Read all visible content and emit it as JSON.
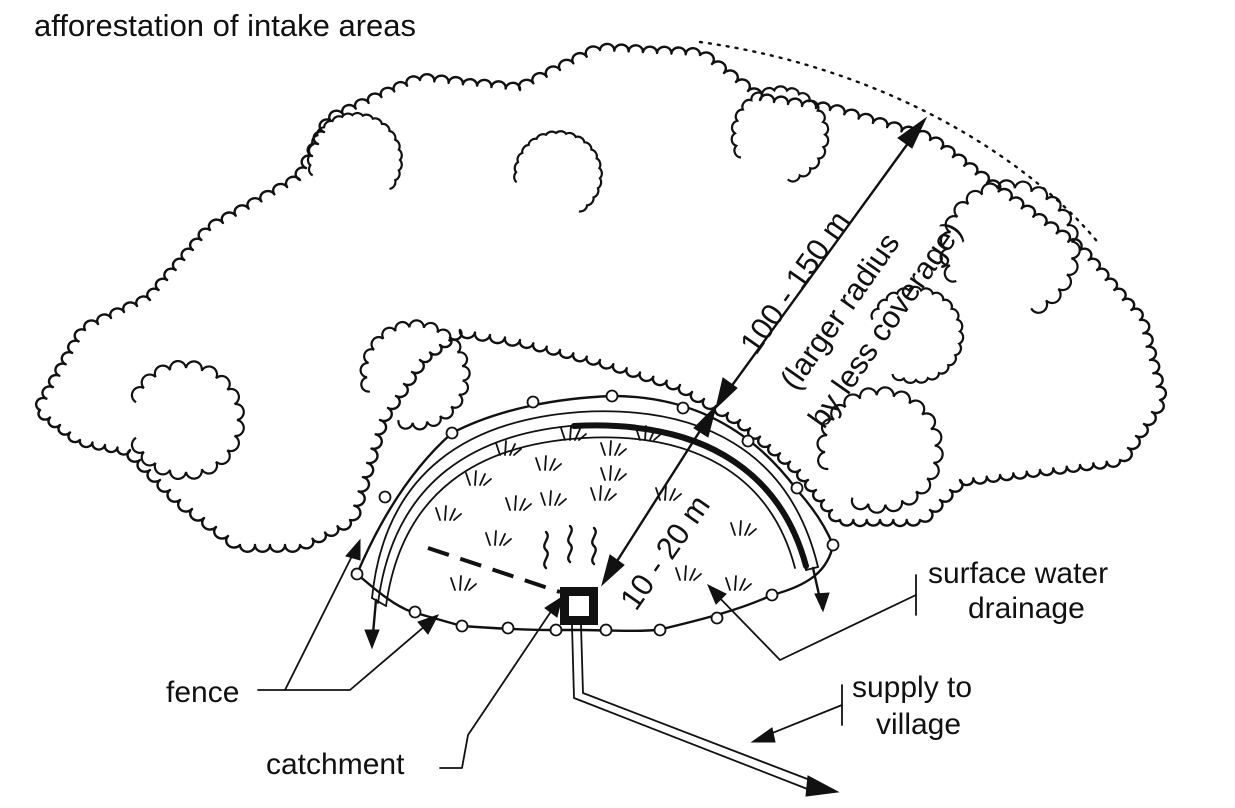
{
  "title": "afforestation of intake areas",
  "labels": {
    "outer_distance": "100 - 150 m",
    "outer_note_line1": "(larger radius",
    "outer_note_line2": "by less coverage)",
    "inner_distance": "10 - 20 m",
    "surface_line1": "surface water",
    "surface_line2": "drainage",
    "supply_line1": "supply to",
    "supply_line2": "village",
    "fence": "fence",
    "catchment": "catchment"
  },
  "icons": {
    "tree": "tree-canopy",
    "grass": "grass-tuft",
    "post": "fence-post",
    "catchment": "catchment-box"
  },
  "colors": {
    "ink": "#111111",
    "paper": "#ffffff"
  }
}
